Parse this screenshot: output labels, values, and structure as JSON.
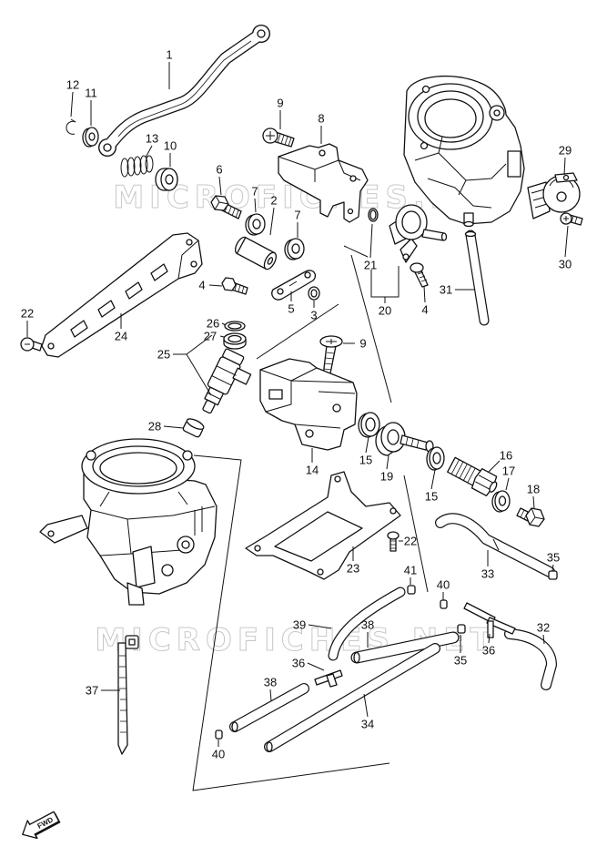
{
  "watermark": "MICROFICHES.NET",
  "fwd_label": "FWD",
  "callouts": [
    "1",
    "12",
    "11",
    "13",
    "10",
    "9",
    "8",
    "6",
    "7",
    "2",
    "7",
    "29",
    "21",
    "20",
    "4",
    "31",
    "30",
    "4",
    "5",
    "3",
    "22",
    "24",
    "26",
    "27",
    "25",
    "9",
    "28",
    "14",
    "15",
    "19",
    "15",
    "16",
    "17",
    "18",
    "22",
    "23",
    "41",
    "33",
    "35",
    "40",
    "32",
    "39",
    "38",
    "36",
    "35",
    "36",
    "37",
    "38",
    "34",
    "40"
  ]
}
